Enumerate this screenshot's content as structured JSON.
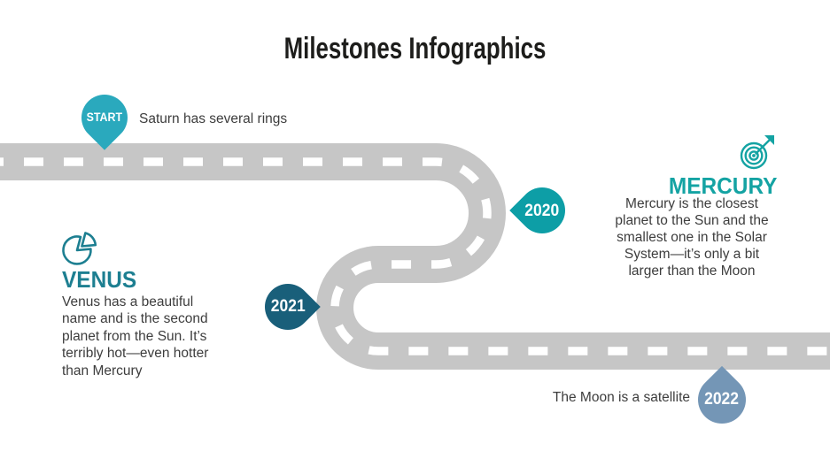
{
  "slide": {
    "title": "Milestones Infographics"
  },
  "colors": {
    "road": "#c6c6c6",
    "road_dash": "#ffffff",
    "pin_start": "#2aa9bd",
    "pin_2020": "#0d9ea6",
    "pin_2021": "#195f7a",
    "pin_2022": "#7496b6",
    "venus_accent": "#1d7f91",
    "mercury_accent": "#14a3a3",
    "body_text": "#3d3d3d",
    "title_text": "#1d1d1b"
  },
  "milestones": [
    {
      "id": "start",
      "pin_label": "START",
      "note": "Saturn has several rings"
    },
    {
      "id": "2020",
      "pin_label": "2020",
      "topic": "MERCURY",
      "icon": "dart-target-icon",
      "body_lines": [
        "Mercury is the closest",
        "planet to the Sun and the",
        "smallest one in the Solar",
        "System—it’s only a bit",
        "larger than the Moon"
      ]
    },
    {
      "id": "2021",
      "pin_label": "2021",
      "topic": "VENUS",
      "icon": "pie-chart-icon",
      "body_lines": [
        "Venus has a beautiful",
        "name and is the second",
        "planet from the Sun. It’s",
        "terribly hot—even hotter",
        "than Mercury"
      ]
    },
    {
      "id": "2022",
      "pin_label": "2022",
      "note": "The Moon is a satellite"
    }
  ]
}
